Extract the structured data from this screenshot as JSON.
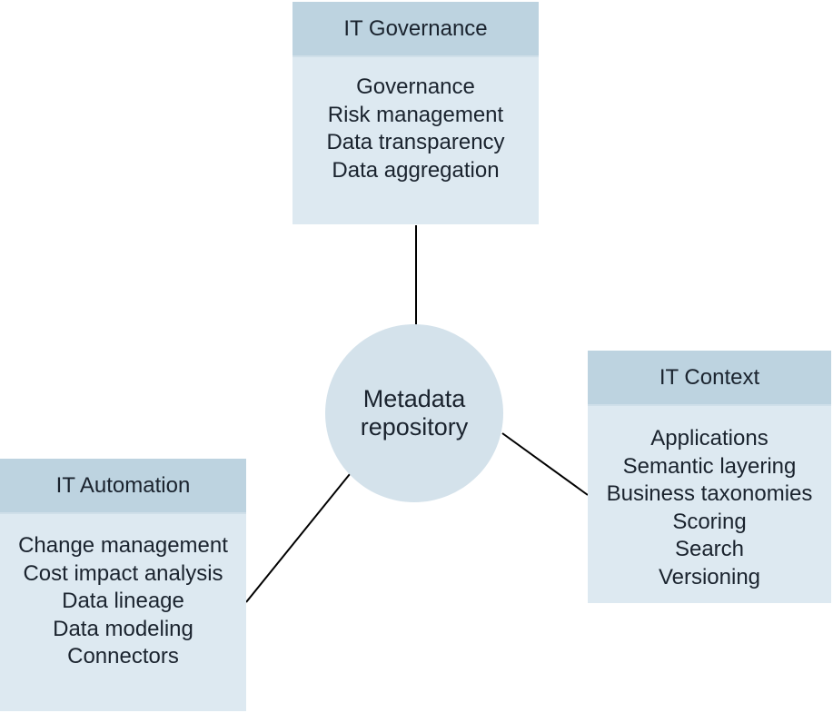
{
  "diagram": {
    "center": {
      "label": "Metadata repository"
    },
    "nodes": [
      {
        "id": "it-governance",
        "title": "IT Governance",
        "items": [
          "Governance",
          "Risk management",
          "Data transparency",
          "Data aggregation"
        ]
      },
      {
        "id": "it-context",
        "title": "IT Context",
        "items": [
          "Applications",
          "Semantic layering",
          "Business taxonomies",
          "Scoring",
          "Search",
          "Versioning"
        ]
      },
      {
        "id": "it-automation",
        "title": "IT Automation",
        "items": [
          "Change management",
          "Cost impact analysis",
          "Data lineage",
          "Data modeling",
          "Connectors"
        ]
      }
    ],
    "colors": {
      "header_bg": "#bdd3e0",
      "body_bg": "#dde9f1",
      "circle_bg": "#d4e2eb",
      "text": "#1a232e",
      "connector": "#000000"
    }
  }
}
